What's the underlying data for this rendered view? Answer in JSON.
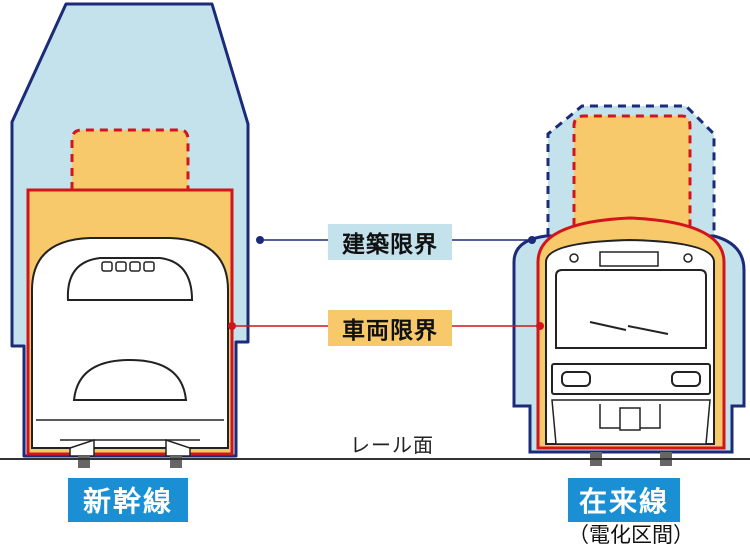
{
  "labels": {
    "building_limit": "建築限界",
    "vehicle_limit": "車両限界",
    "rail_surface": "レール面"
  },
  "trains": {
    "shinkansen": {
      "name": "新幹線"
    },
    "conventional": {
      "name": "在来線",
      "note": "（電化区間）"
    }
  },
  "colors": {
    "building_limit_fill": "#c3e2ec",
    "building_limit_line": "#1c2a7a",
    "vehicle_limit_fill": "#f8c96b",
    "vehicle_limit_line": "#d2141b",
    "badge": "#1a8fd3",
    "rail": "#333333"
  }
}
